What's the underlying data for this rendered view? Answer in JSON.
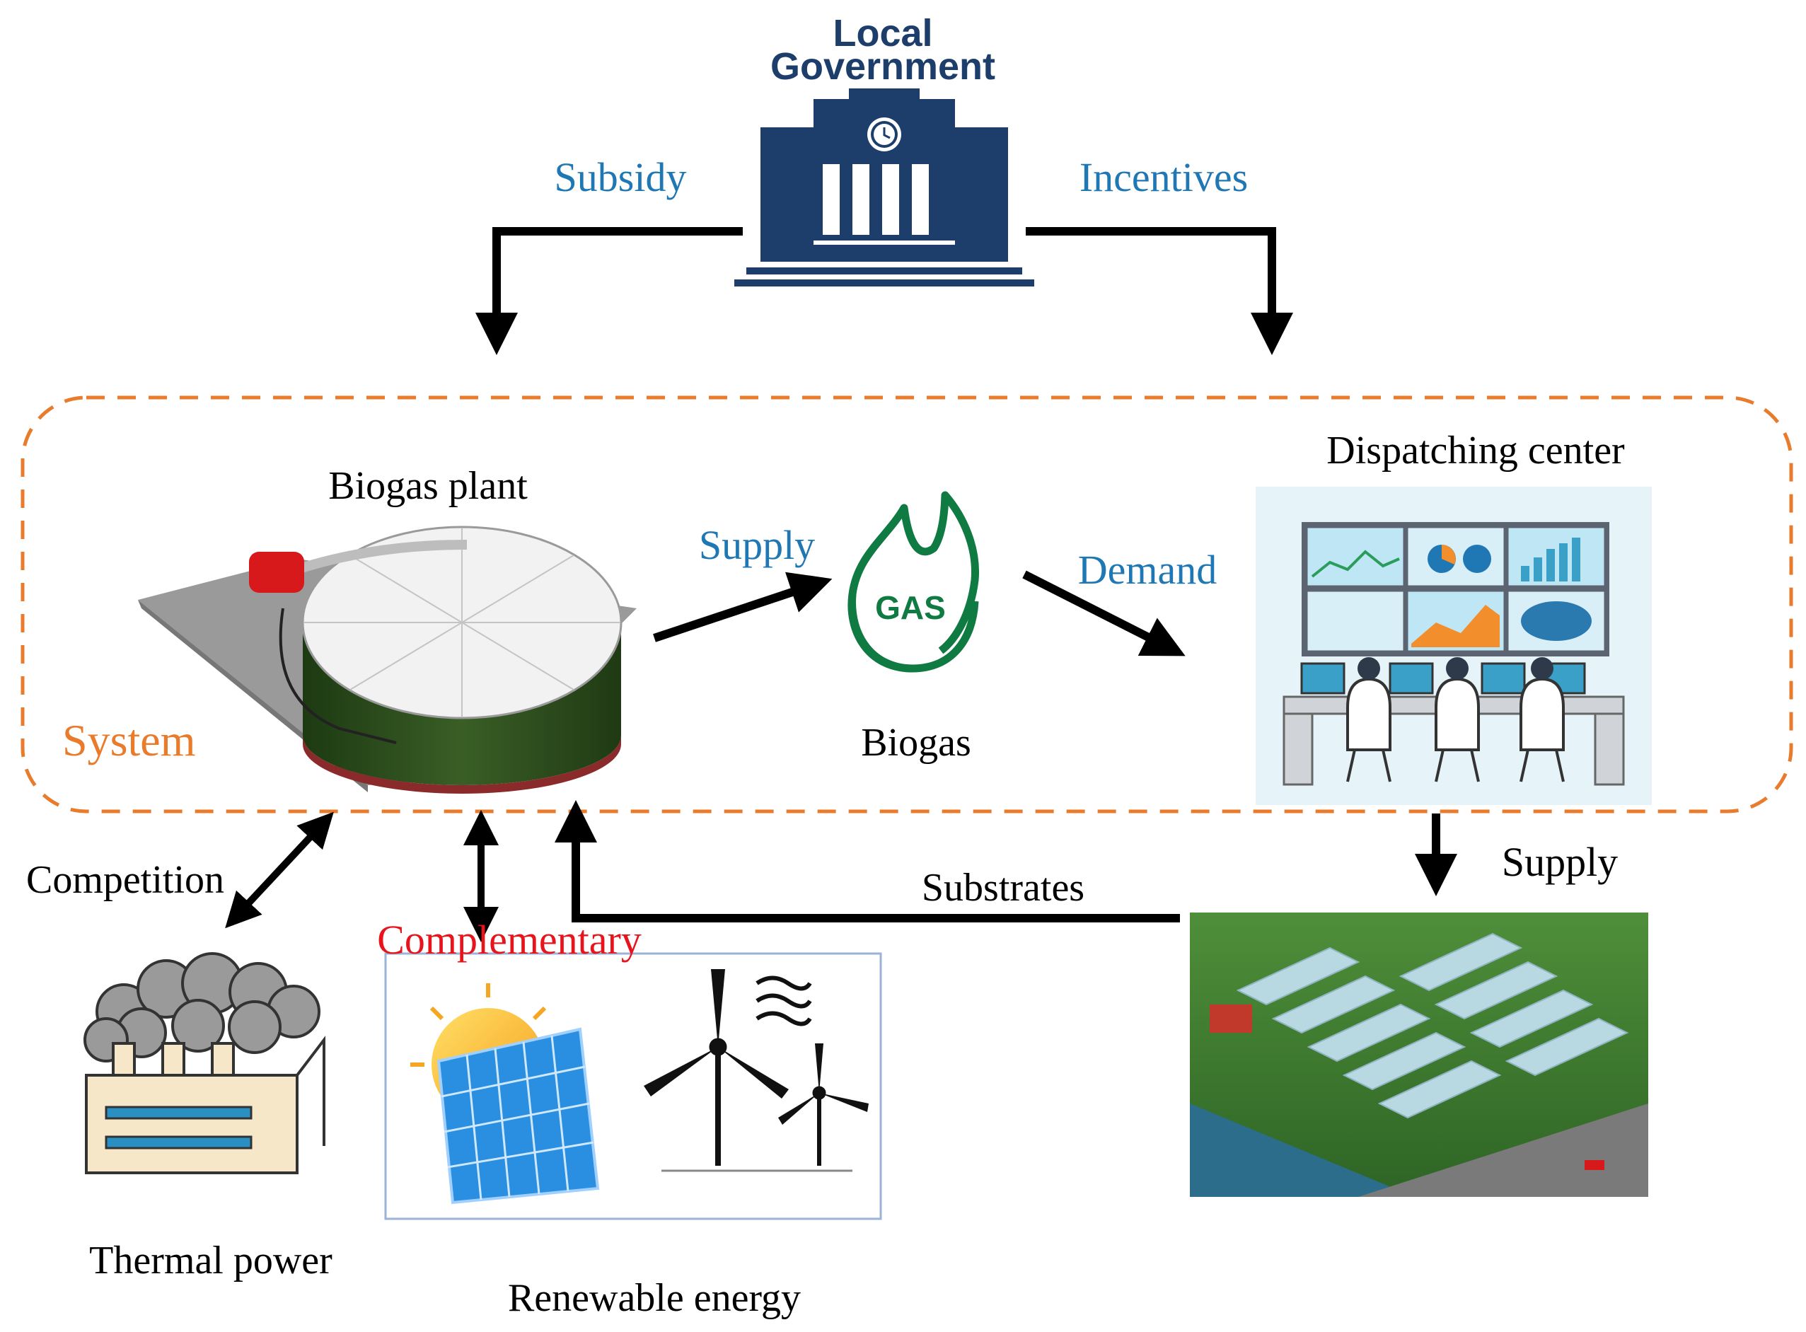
{
  "government": {
    "title_line1": "Local",
    "title_line2": "Government",
    "icon": "government-building-icon"
  },
  "top_flows": {
    "subsidy_label": "Subsidy",
    "incentives_label": "Incentives"
  },
  "system": {
    "label": "System",
    "biogas_plant_label": "Biogas plant",
    "supply_label": "Supply",
    "gas_icon_text": "GAS",
    "biogas_label": "Biogas",
    "demand_label": "Demand",
    "dispatching_center_label": "Dispatching center"
  },
  "bottom": {
    "competition_label": "Competition",
    "complementary_label": "Complementary",
    "substrates_label": "Substrates",
    "supply_label": "Supply",
    "thermal_power_label": "Thermal power",
    "renewable_energy_label": "Renewable energy"
  },
  "colors": {
    "accent_blue": "#1f77b4",
    "government_navy": "#1d3d6b",
    "system_orange": "#e87b2c",
    "complementary_red": "#e8141c",
    "arrow_black": "#000000"
  }
}
